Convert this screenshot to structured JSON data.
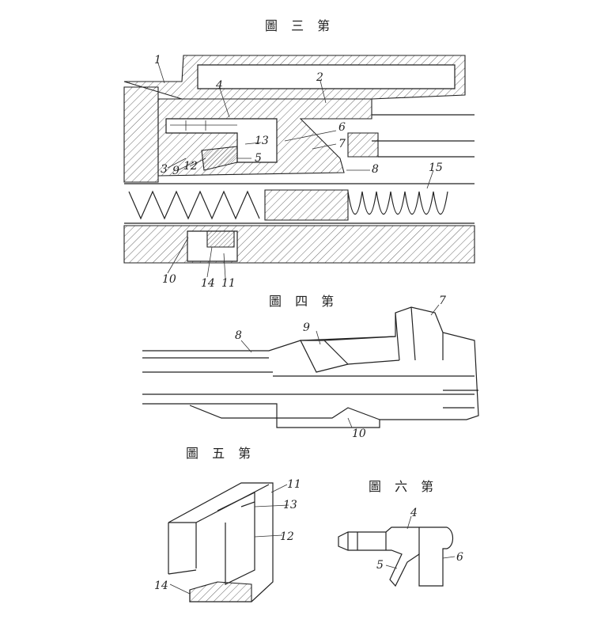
{
  "figures": [
    {
      "id": "fig3",
      "title": "圖 三 第",
      "labels": [
        "1",
        "2",
        "4",
        "6",
        "7",
        "13",
        "5",
        "3",
        "9",
        "12",
        "8",
        "15",
        "10",
        "14",
        "11"
      ]
    },
    {
      "id": "fig4",
      "title": "圖 四 第",
      "labels": [
        "8",
        "9",
        "7",
        "10"
      ]
    },
    {
      "id": "fig5",
      "title": "圖 五 第",
      "labels": [
        "11",
        "13",
        "12",
        "14"
      ]
    },
    {
      "id": "fig6",
      "title": "圖 六 第",
      "labels": [
        "4",
        "5",
        "6"
      ]
    }
  ]
}
